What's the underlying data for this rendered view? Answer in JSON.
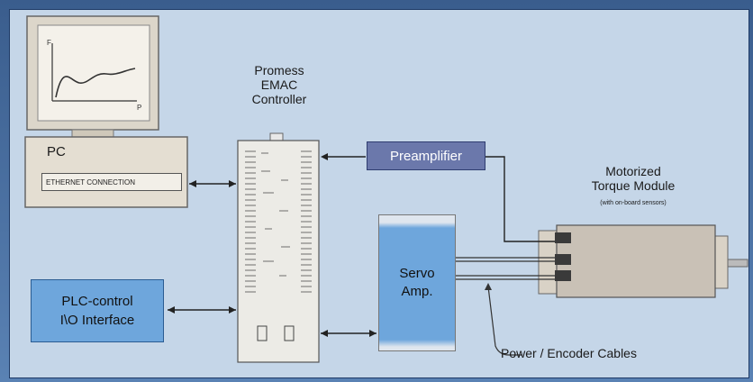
{
  "pc": {
    "label": "PC",
    "ethernet_label": "ETHERNET CONNECTION",
    "graph_y_label": "F",
    "graph_x_label": "P"
  },
  "controller": {
    "title_line1": "Promess",
    "title_line2": "EMAC",
    "title_line3": "Controller"
  },
  "preamplifier": {
    "label": "Preamplifier"
  },
  "servo": {
    "label_line1": "Servo",
    "label_line2": "Amp."
  },
  "plc": {
    "label_line1": "PLC-control",
    "label_line2": "I\\O Interface"
  },
  "module": {
    "title_line1": "Motorized",
    "title_line2": "Torque Module",
    "subtitle": "(with on-board sensors)"
  },
  "cables": {
    "label": "Power / Encoder Cables"
  },
  "colors": {
    "box_blue": "#6ea6dc",
    "preamp_purple": "#6b78ab",
    "background": "#c5d6e8"
  }
}
